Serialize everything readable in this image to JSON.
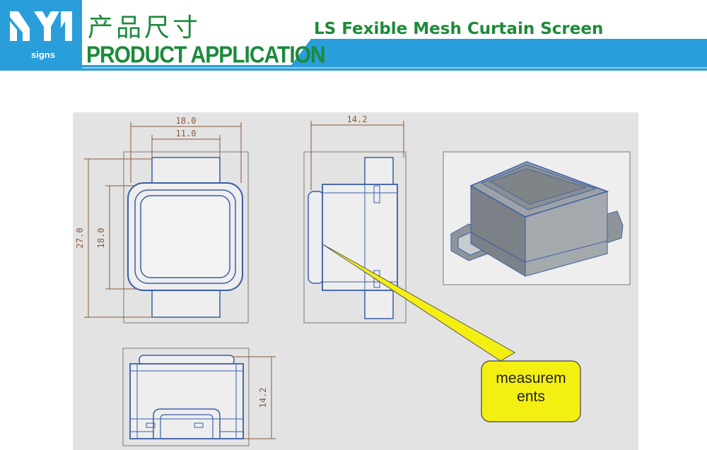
{
  "header": {
    "logo_text": "signs",
    "title_cn": "产品尺寸",
    "title_en": "PRODUCT APPLICATION",
    "product_name": "LS Fexible Mesh Curtain Screen"
  },
  "drawing": {
    "front_view": {
      "width_outer": "18.0",
      "width_inner": "11.0",
      "height_outer": "27.0",
      "height_inner": "18.0"
    },
    "side_view": {
      "depth": "14.2"
    },
    "bottom_view": {
      "height": "14.2"
    },
    "callout": {
      "text_line1": "measurem",
      "text_line2": "ents"
    }
  },
  "colors": {
    "brand_blue": "#2a9ddb",
    "title_green": "#1c8a3a",
    "dimension_brown": "#8a5a3a",
    "outline_blue": "#3a5ea8",
    "callout_yellow": "#f4ef12"
  }
}
